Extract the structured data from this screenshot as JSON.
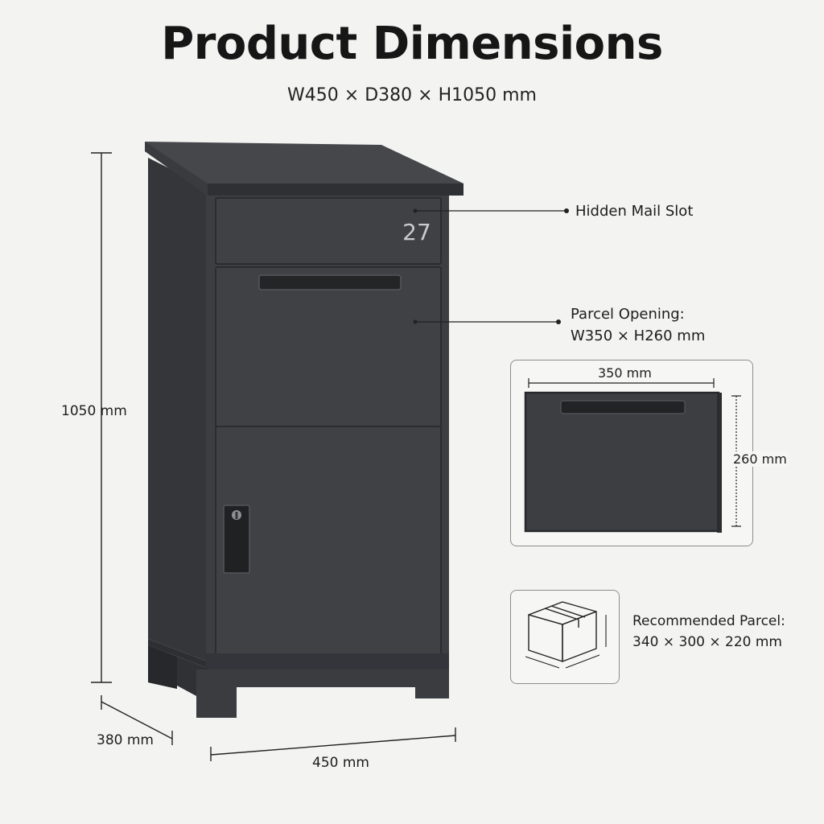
{
  "header": {
    "title": "Product Dimensions",
    "subtitle": "W450 × D380 × H1050 mm"
  },
  "product": {
    "house_number": "27",
    "body_color": "#3a3c3f",
    "icons": [
      "keyhole-icon",
      "parcel-box-icon"
    ]
  },
  "dimensions": {
    "height_label": "1050 mm",
    "depth_label": "380 mm",
    "width_label": "450 mm"
  },
  "callouts": {
    "mail_slot": "Hidden Mail Slot",
    "parcel_opening_title": "Parcel Opening:",
    "parcel_opening_size": "W350 × H260 mm",
    "opening_width_label": "350 mm",
    "opening_height_label": "260 mm",
    "recommended_title": "Recommended Parcel:",
    "recommended_size": "340 × 300 × 220 mm"
  }
}
